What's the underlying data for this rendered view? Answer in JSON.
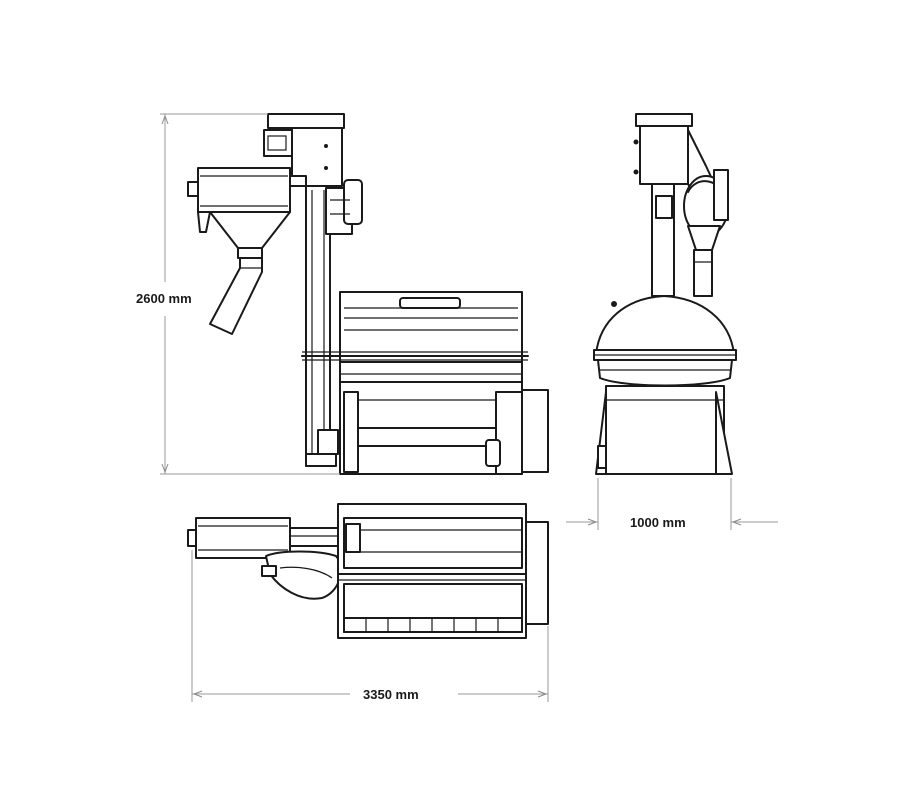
{
  "dimensions": {
    "height": "2600 mm",
    "width": "1000 mm",
    "length": "3350 mm"
  },
  "colors": {
    "line": "#1a1a1a",
    "dimension_line": "#9a9a9a",
    "background": "#ffffff"
  }
}
